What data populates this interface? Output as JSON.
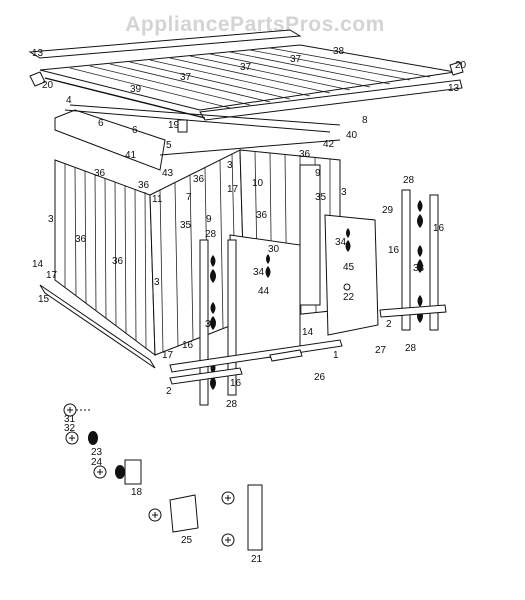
{
  "watermark": "AppliancePartsPros.com",
  "callouts": {
    "c13a": "13",
    "c38": "38",
    "c20a": "20",
    "c37a": "37",
    "c37b": "37",
    "c37c": "37",
    "c20b": "20",
    "c13b": "13",
    "c39": "39",
    "c4": "4",
    "c6a": "6",
    "c6b": "6",
    "c19": "19",
    "c8": "8",
    "c40": "40",
    "c5": "5",
    "c42": "42",
    "c41": "41",
    "c36a": "36",
    "c9a": "9",
    "c43": "43",
    "c36b": "36",
    "c3a": "3",
    "c36c": "36",
    "c17a": "17",
    "c10": "10",
    "c3b": "3",
    "c28a": "28",
    "c36d": "36",
    "c11": "11",
    "c7": "7",
    "c35a": "35",
    "c35b": "35",
    "c36e": "36",
    "c29": "29",
    "c16a": "16",
    "c3c": "3",
    "c9b": "9",
    "c28b": "28",
    "c30": "30",
    "c34a": "34",
    "c36f": "36",
    "c16b": "16",
    "c36g": "36",
    "c45": "45",
    "c14a": "14",
    "c17b": "17",
    "c34b": "34",
    "c33a": "33",
    "c3d": "3",
    "c44": "44",
    "c22": "22",
    "c15": "15",
    "c2a": "2",
    "c33b": "33",
    "c14b": "14",
    "c16c": "16",
    "c1": "1",
    "c27": "27",
    "c28c": "28",
    "c17c": "17",
    "c26": "26",
    "c2b": "2",
    "c16d": "16",
    "c28d": "28",
    "c31": "31",
    "c32": "32",
    "c23": "23",
    "c24": "24",
    "c18": "18",
    "c25": "25",
    "c21": "21"
  }
}
